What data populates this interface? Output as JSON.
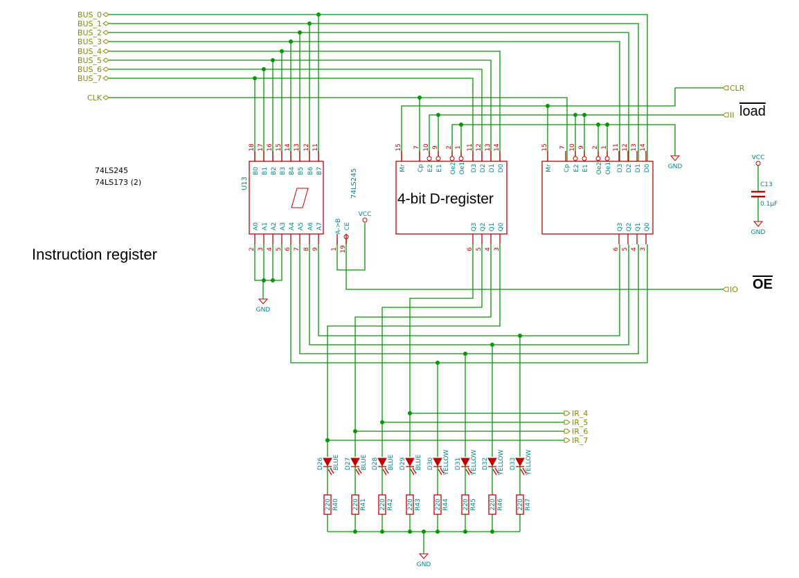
{
  "title_text": "Instruction register",
  "part_list": [
    "74LS245",
    "74LS173 (2)"
  ],
  "register_label": "4-bit D-register",
  "load_label": "load",
  "oe_label": "OE",
  "bus_labels": [
    "BUS_0",
    "BUS_1",
    "BUS_2",
    "BUS_3",
    "BUS_4",
    "BUS_5",
    "BUS_6",
    "BUS_7"
  ],
  "clk_label": "CLK",
  "clr_label": "CLR",
  "ii_label": "II",
  "io_label": "IO",
  "ir_labels": [
    "IR_4",
    "IR_5",
    "IR_6",
    "IR_7"
  ],
  "u13": {
    "ref": "U13",
    "part": "74LS245",
    "top_pins": [
      {
        "name": "B0",
        "num": "18"
      },
      {
        "name": "B1",
        "num": "17"
      },
      {
        "name": "B2",
        "num": "16"
      },
      {
        "name": "B3",
        "num": "15"
      },
      {
        "name": "B4",
        "num": "14"
      },
      {
        "name": "B5",
        "num": "13"
      },
      {
        "name": "B6",
        "num": "12"
      },
      {
        "name": "B7",
        "num": "11"
      }
    ],
    "bottom_pins": [
      {
        "name": "A0",
        "num": "2"
      },
      {
        "name": "A1",
        "num": "3"
      },
      {
        "name": "A2",
        "num": "4"
      },
      {
        "name": "A3",
        "num": "5"
      },
      {
        "name": "A4",
        "num": "6"
      },
      {
        "name": "A5",
        "num": "7"
      },
      {
        "name": "A6",
        "num": "8"
      },
      {
        "name": "A7",
        "num": "9"
      },
      {
        "name": "A->B",
        "num": "1"
      },
      {
        "name": "CE",
        "num": "19"
      }
    ]
  },
  "reg_top_pins": [
    {
      "name": "Mr",
      "num": "15"
    },
    {
      "name": "Cp",
      "num": "7"
    },
    {
      "name": "E2",
      "num": "10"
    },
    {
      "name": "E1",
      "num": "9"
    },
    {
      "name": "Oe2",
      "num": "2"
    },
    {
      "name": "Oe1",
      "num": "1"
    },
    {
      "name": "D3",
      "num": "11"
    },
    {
      "name": "D2",
      "num": "12"
    },
    {
      "name": "D1",
      "num": "13"
    },
    {
      "name": "D0",
      "num": "14"
    }
  ],
  "reg_bottom_pins": [
    {
      "name": "Q3",
      "num": "6"
    },
    {
      "name": "Q2",
      "num": "5"
    },
    {
      "name": "Q1",
      "num": "4"
    },
    {
      "name": "Q0",
      "num": "3"
    }
  ],
  "vcc_label": "VCC",
  "gnd_label": "GND",
  "cap": {
    "ref": "C13",
    "value": "0.1µF"
  },
  "leds": [
    {
      "ref": "D26",
      "color": "BLUE"
    },
    {
      "ref": "D27",
      "color": "BLUE"
    },
    {
      "ref": "D28",
      "color": "BLUE"
    },
    {
      "ref": "D29",
      "color": "BLUE"
    },
    {
      "ref": "D30",
      "color": "YELLOW"
    },
    {
      "ref": "D31",
      "color": "YELLOW"
    },
    {
      "ref": "D32",
      "color": "YELLOW"
    },
    {
      "ref": "D33",
      "color": "YELLOW"
    }
  ],
  "resistors": [
    {
      "ref": "R40",
      "value": "220"
    },
    {
      "ref": "R41",
      "value": "220"
    },
    {
      "ref": "R42",
      "value": "220"
    },
    {
      "ref": "R43",
      "value": "220"
    },
    {
      "ref": "R44",
      "value": "220"
    },
    {
      "ref": "R45",
      "value": "220"
    },
    {
      "ref": "R46",
      "value": "220"
    },
    {
      "ref": "R47",
      "value": "220"
    }
  ],
  "colors": {
    "wire": "#009700",
    "part": "#c00000",
    "label": "#8a8a00",
    "pin_text": "#008787",
    "junction": "#009700"
  }
}
